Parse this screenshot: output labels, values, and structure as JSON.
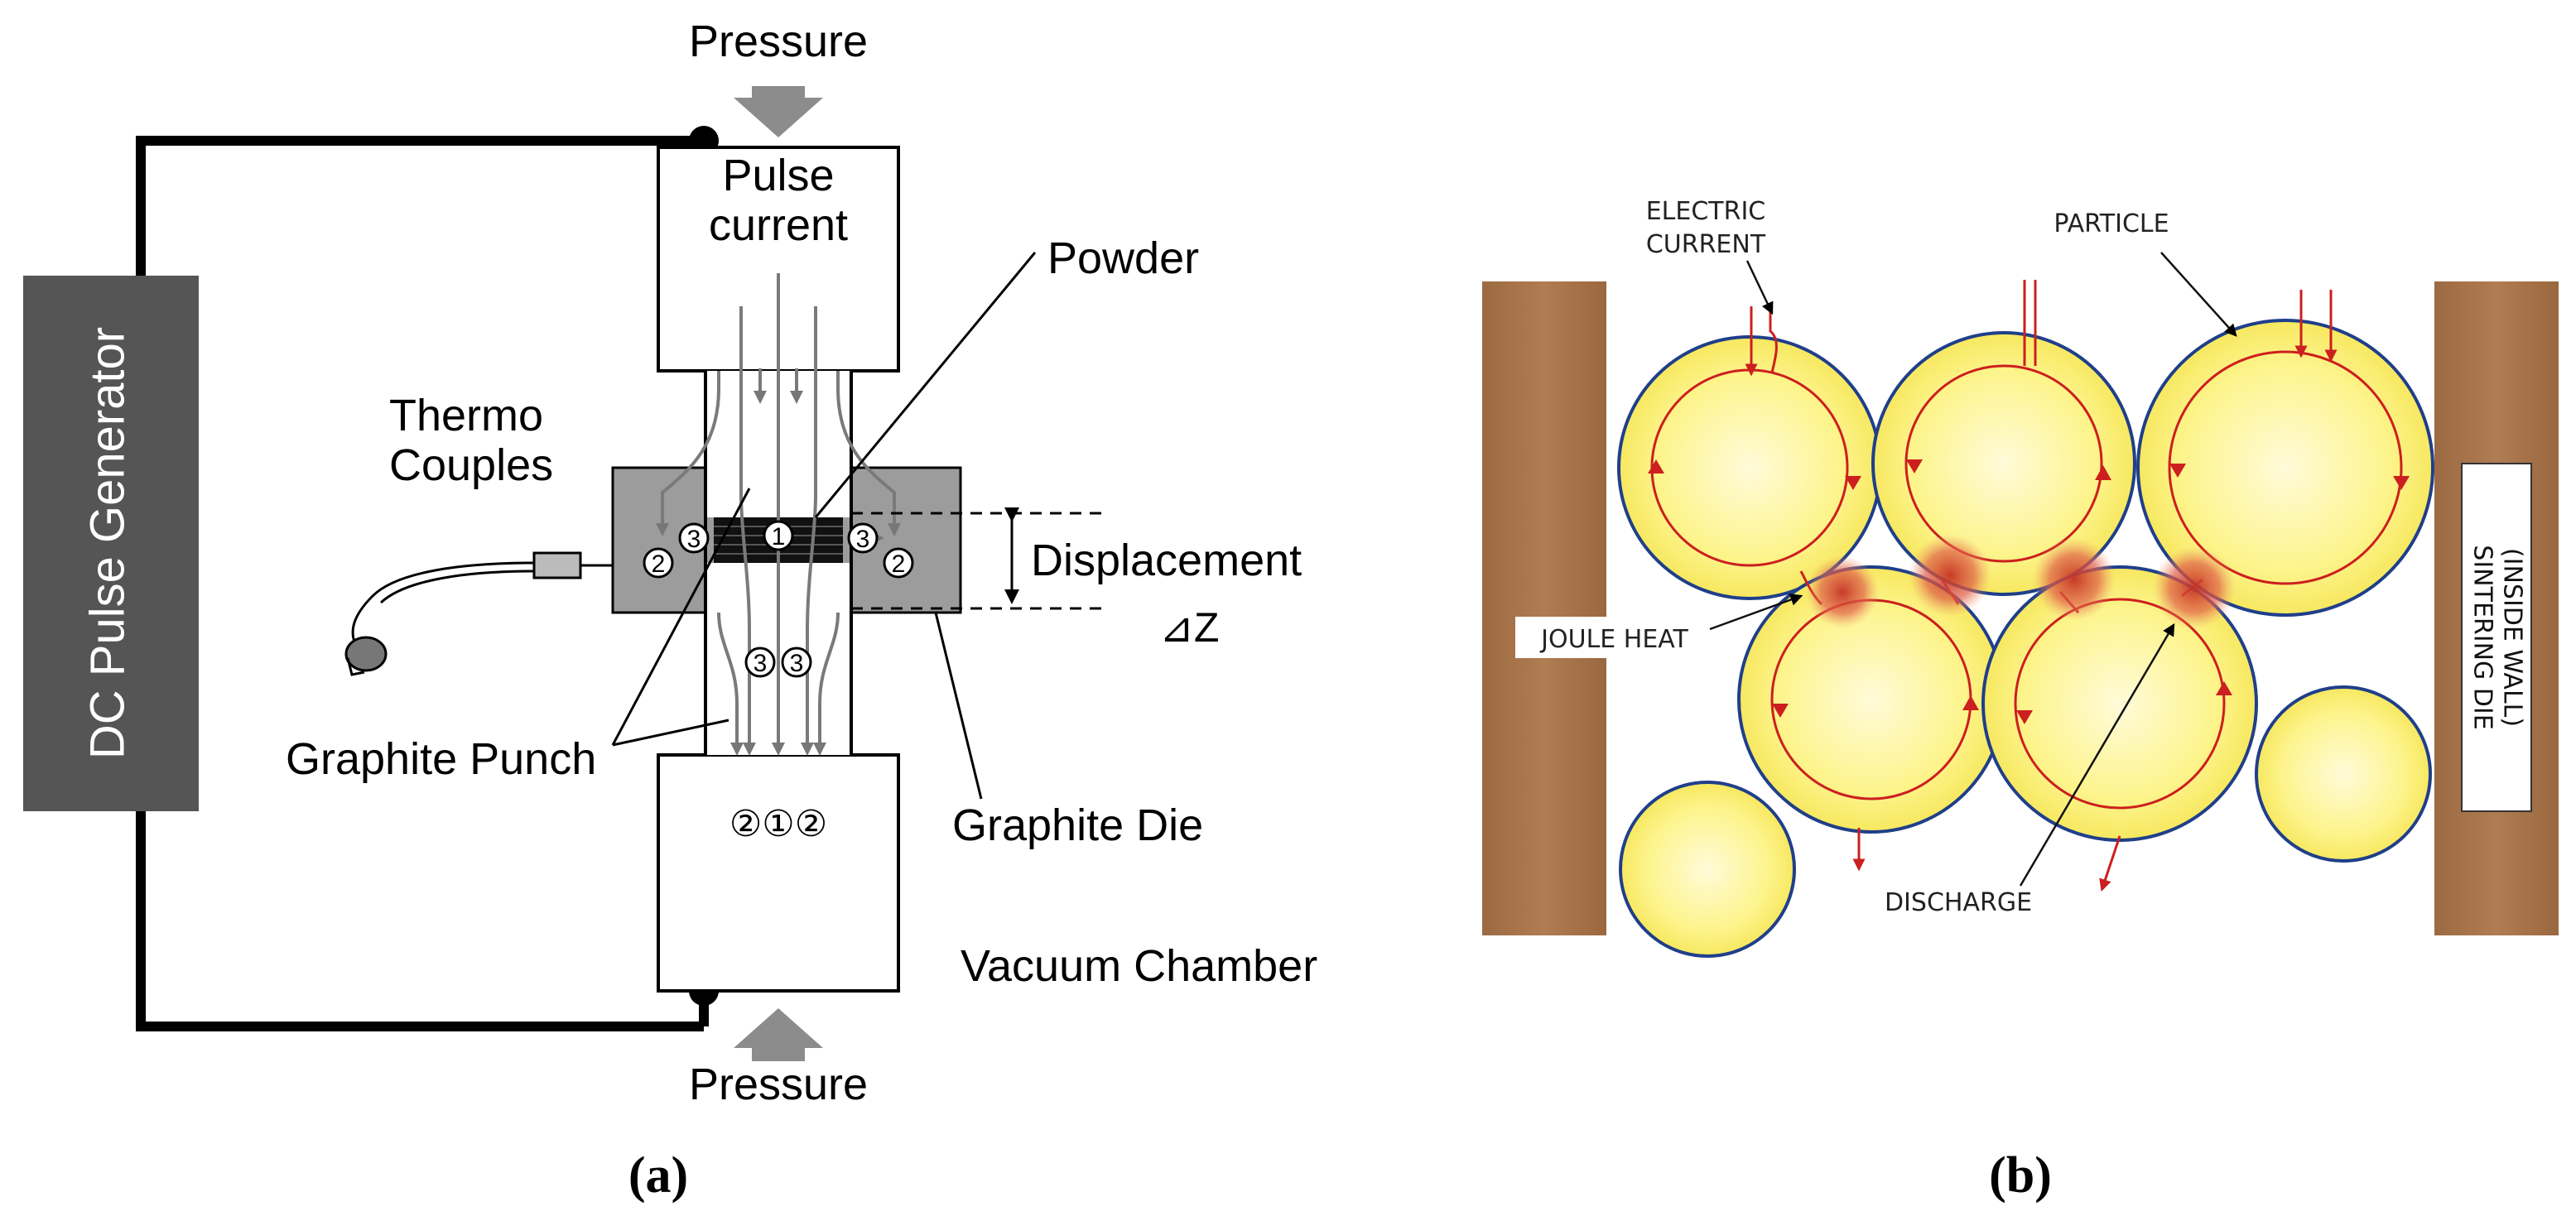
{
  "panel_a": {
    "caption": "(a)",
    "generator_label": "DC Pulse Generator",
    "pressure_top": "Pressure",
    "pressure_bottom": "Pressure",
    "pulse_current_line1": "Pulse",
    "pulse_current_line2": "current",
    "powder": "Powder",
    "thermo_line1": "Thermo",
    "thermo_line2": "Couples",
    "displacement": "Displacement",
    "delta_z": "⊿Z",
    "graphite_punch": "Graphite Punch",
    "graphite_die": "Graphite Die",
    "vacuum_chamber": "Vacuum Chamber",
    "mark_1": "1",
    "mark_2": "2",
    "mark_3": "3",
    "bottom_marks": "②①②",
    "colors": {
      "frame": "#000000",
      "generator_fill": "#555555",
      "die_fill": "#9a9a9a",
      "arrow": "#888888",
      "flow": "#7a7a7a"
    }
  },
  "panel_b": {
    "caption": "(b)",
    "electric_line1": "ELECTRIC",
    "electric_line2": "CURRENT",
    "particle": "PARTICLE",
    "joule_heat": "JOULE HEAT",
    "discharge": "DISCHARGE",
    "die_line1": "SINTERING  DIE",
    "die_line2": "(INSIDE WALL)",
    "colors": {
      "wall": "#a8744a",
      "particle_fill": "#fbf08a",
      "particle_core": "#fff8c8",
      "particle_edge": "#1f3f8a",
      "current": "#cc1f1f",
      "hotspot": "#d84a3a"
    }
  }
}
